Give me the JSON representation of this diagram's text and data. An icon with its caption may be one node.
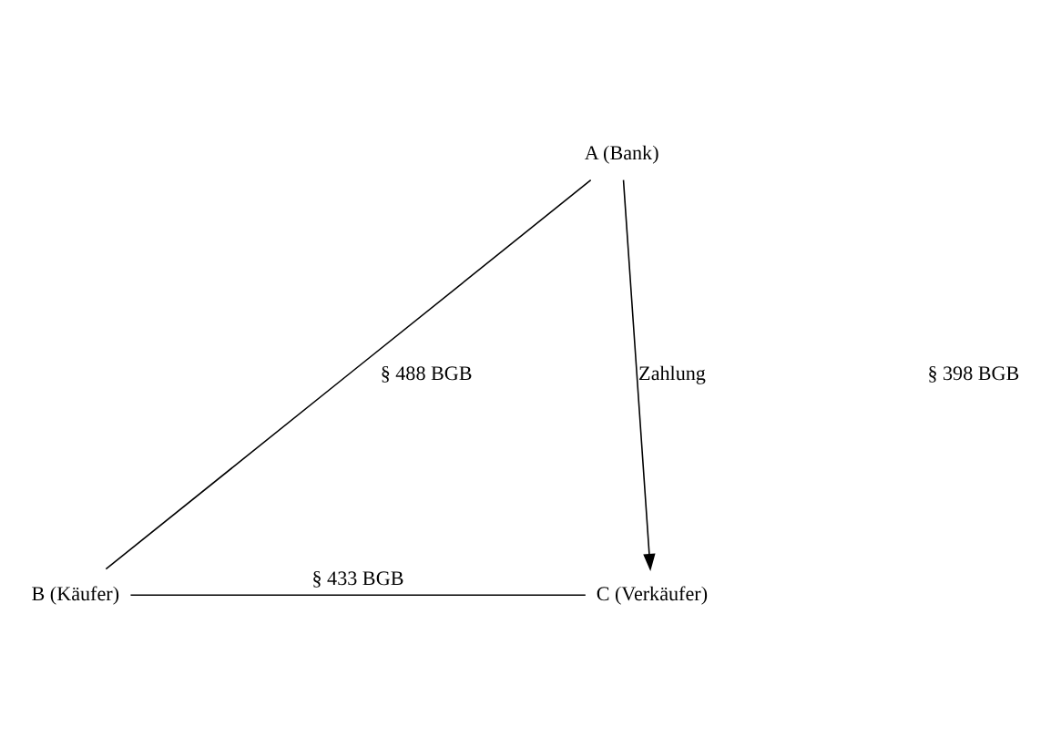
{
  "diagram": {
    "nodes": [
      {
        "text": [
          "A (Bank)"
        ]
      },
      {
        "text": [
          "B (Käufer)"
        ]
      },
      {
        "text": [
          "C (Verkäufer)"
        ]
      }
    ],
    "edges": [
      {
        "from": 0,
        "to": 1,
        "arrow": "none",
        "label": "§ 488 BGB"
      },
      {
        "from": 0,
        "to": 2,
        "arrow": "to",
        "label": "Zahlung"
      },
      {
        "from": 1,
        "to": 2,
        "arrow": "none",
        "label": "§ 433 BGB"
      }
    ],
    "labels": [
      "§ 398 BGB"
    ]
  }
}
